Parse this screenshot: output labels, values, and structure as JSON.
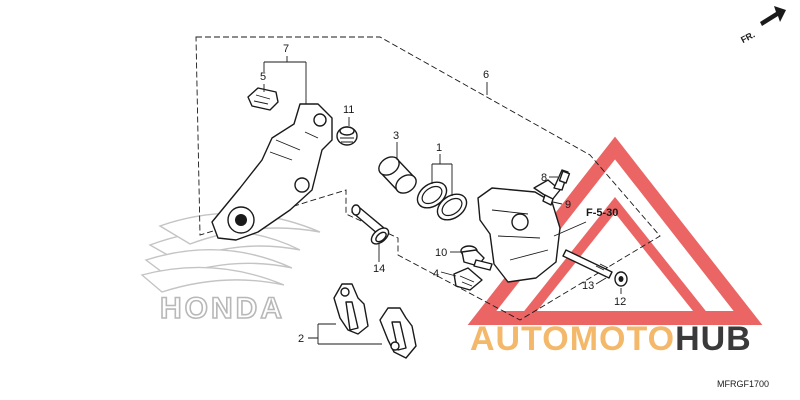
{
  "diagram": {
    "callouts": {
      "p1": "1",
      "p2": "2",
      "p3": "3",
      "p4": "4",
      "p5": "5",
      "p6": "6",
      "p7": "7",
      "p8": "8",
      "p9": "9",
      "p10": "10",
      "p11": "11",
      "p12": "12",
      "p13": "13",
      "p14": "14"
    },
    "reference_label": "F-5-30",
    "direction_label": "FR.",
    "diagram_code": "MFRGF1700"
  },
  "watermark": {
    "brand_part1": "AUTOMOTO",
    "brand_part2": "HUB",
    "logo_text": "HONDA",
    "colors": {
      "accent_red": "#e84b4b",
      "accent_orange": "#f4b86a",
      "dark": "#3a3a3a",
      "logo_gray": "#b8b8b8"
    }
  }
}
